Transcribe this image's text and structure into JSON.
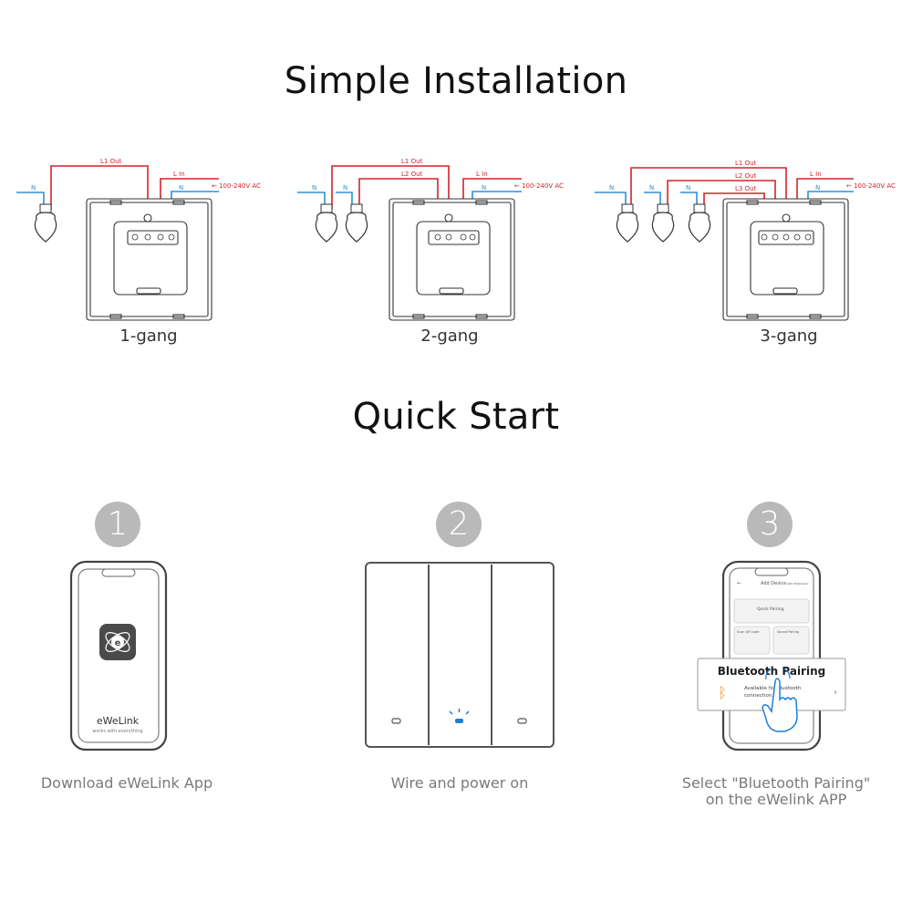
{
  "installation": {
    "title": "Simple Installation",
    "diagrams": [
      {
        "label": "1-gang",
        "wires": [
          "N",
          "L1 Out",
          "L In",
          "N"
        ],
        "supply": "100-240V AC"
      },
      {
        "label": "2-gang",
        "wires": [
          "N",
          "N",
          "L1 Out",
          "L2 Out",
          "L In",
          "N"
        ],
        "supply": "100-240V AC"
      },
      {
        "label": "3-gang",
        "wires": [
          "N",
          "N",
          "N",
          "L1 Out",
          "L2 Out",
          "L3 Out",
          "L In",
          "N"
        ],
        "supply": "100-240V AC"
      }
    ]
  },
  "quick_start": {
    "title": "Quick Start",
    "steps": [
      {
        "number": "1",
        "caption": "Download eWeLink App",
        "app_name": "eWeLink",
        "app_tagline": "works with everything"
      },
      {
        "number": "2",
        "caption": "Wire and power on"
      },
      {
        "number": "3",
        "caption_line1": "Select \"Bluetooth Pairing\"",
        "caption_line2": "on the eWelink APP",
        "screen": {
          "header": "Add Device",
          "header_right": "ADD MANUALLY",
          "quick_pairing": "Quick Pairing",
          "scan_qr": "Scan QR code",
          "sound_pairing": "Sound Pairing"
        },
        "popup": {
          "title": "Bluetooth Pairing",
          "desc_line1": "Available for bluetooth",
          "desc_line2": "connection."
        }
      }
    ]
  },
  "colors": {
    "wire_red": "#d4232a",
    "wire_blue": "#2f8fd8",
    "circle_gray": "#b9b9b9",
    "bluetooth_orange": "#f39a1f",
    "led_blue": "#1e7fd6"
  }
}
